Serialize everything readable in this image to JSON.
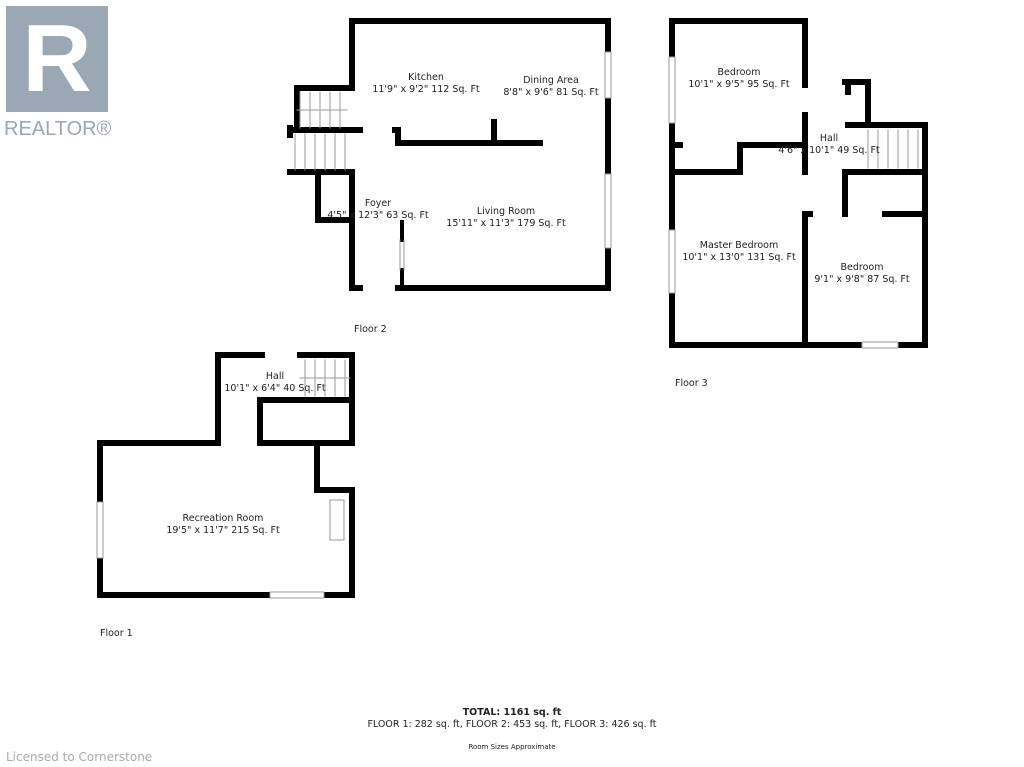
{
  "logo": {
    "letter": "R",
    "text": "REALTOR®",
    "color": "#9aa7b4"
  },
  "floor2": {
    "label": "Floor 2",
    "rooms": [
      {
        "name": "Kitchen",
        "dims": "11'9\" x 9'2\" 112 Sq. Ft"
      },
      {
        "name": "Dining Area",
        "dims": "8'8\" x 9'6\" 81 Sq. Ft"
      },
      {
        "name": "Foyer",
        "dims": "4'5\" x 12'3\" 63 Sq. Ft"
      },
      {
        "name": "Living Room",
        "dims": "15'11\" x 11'3\" 179 Sq. Ft"
      }
    ]
  },
  "floor3": {
    "label": "Floor 3",
    "rooms": [
      {
        "name": "Bedroom",
        "dims": "10'1\" x 9'5\" 95 Sq. Ft"
      },
      {
        "name": "Hall",
        "dims": "4'6\" x 10'1\" 49 Sq. Ft"
      },
      {
        "name": "Master Bedroom",
        "dims": "10'1\" x 13'0\" 131 Sq. Ft"
      },
      {
        "name": "Bedroom",
        "dims": "9'1\" x 9'8\" 87 Sq. Ft"
      }
    ]
  },
  "floor1": {
    "label": "Floor 1",
    "rooms": [
      {
        "name": "Hall",
        "dims": "10'1\" x 6'4\" 40 Sq. Ft"
      },
      {
        "name": "Recreation Room",
        "dims": "19'5\" x 11'7\" 215 Sq. Ft"
      }
    ]
  },
  "summary": {
    "total": "TOTAL: 1161 sq. ft",
    "floors": "FLOOR 1: 282 sq. ft, FLOOR 2: 453 sq. ft, FLOOR 3: 426 sq. ft",
    "note": "Room Sizes Approximate"
  },
  "footer": {
    "license": "Licensed to Cornerstone"
  }
}
